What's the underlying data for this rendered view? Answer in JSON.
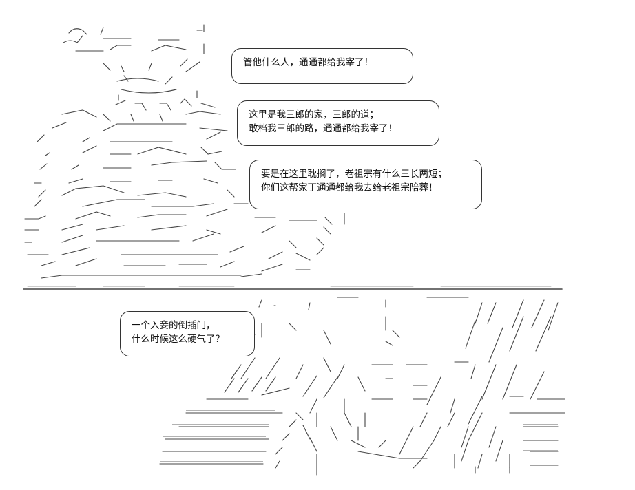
{
  "bubbles": {
    "b1": {
      "lines": [
        "管他什么人，通通都给我宰了！"
      ]
    },
    "b2": {
      "lines": [
        "这里是我三郎的家，三郎的道；",
        "敢档我三郎的路，通通都给我宰了！"
      ]
    },
    "b3": {
      "lines": [
        "要是在这里耽搁了，老祖宗有什么三长两短；",
        "你们这帮家丁通通都给我去给老祖宗陪葬！"
      ]
    },
    "b4": {
      "lines": [
        "一个入妾的倒插门，",
        "什么时候这么硬气了？"
      ]
    }
  },
  "colors": {
    "ink": "#333333",
    "background": "#ffffff"
  }
}
